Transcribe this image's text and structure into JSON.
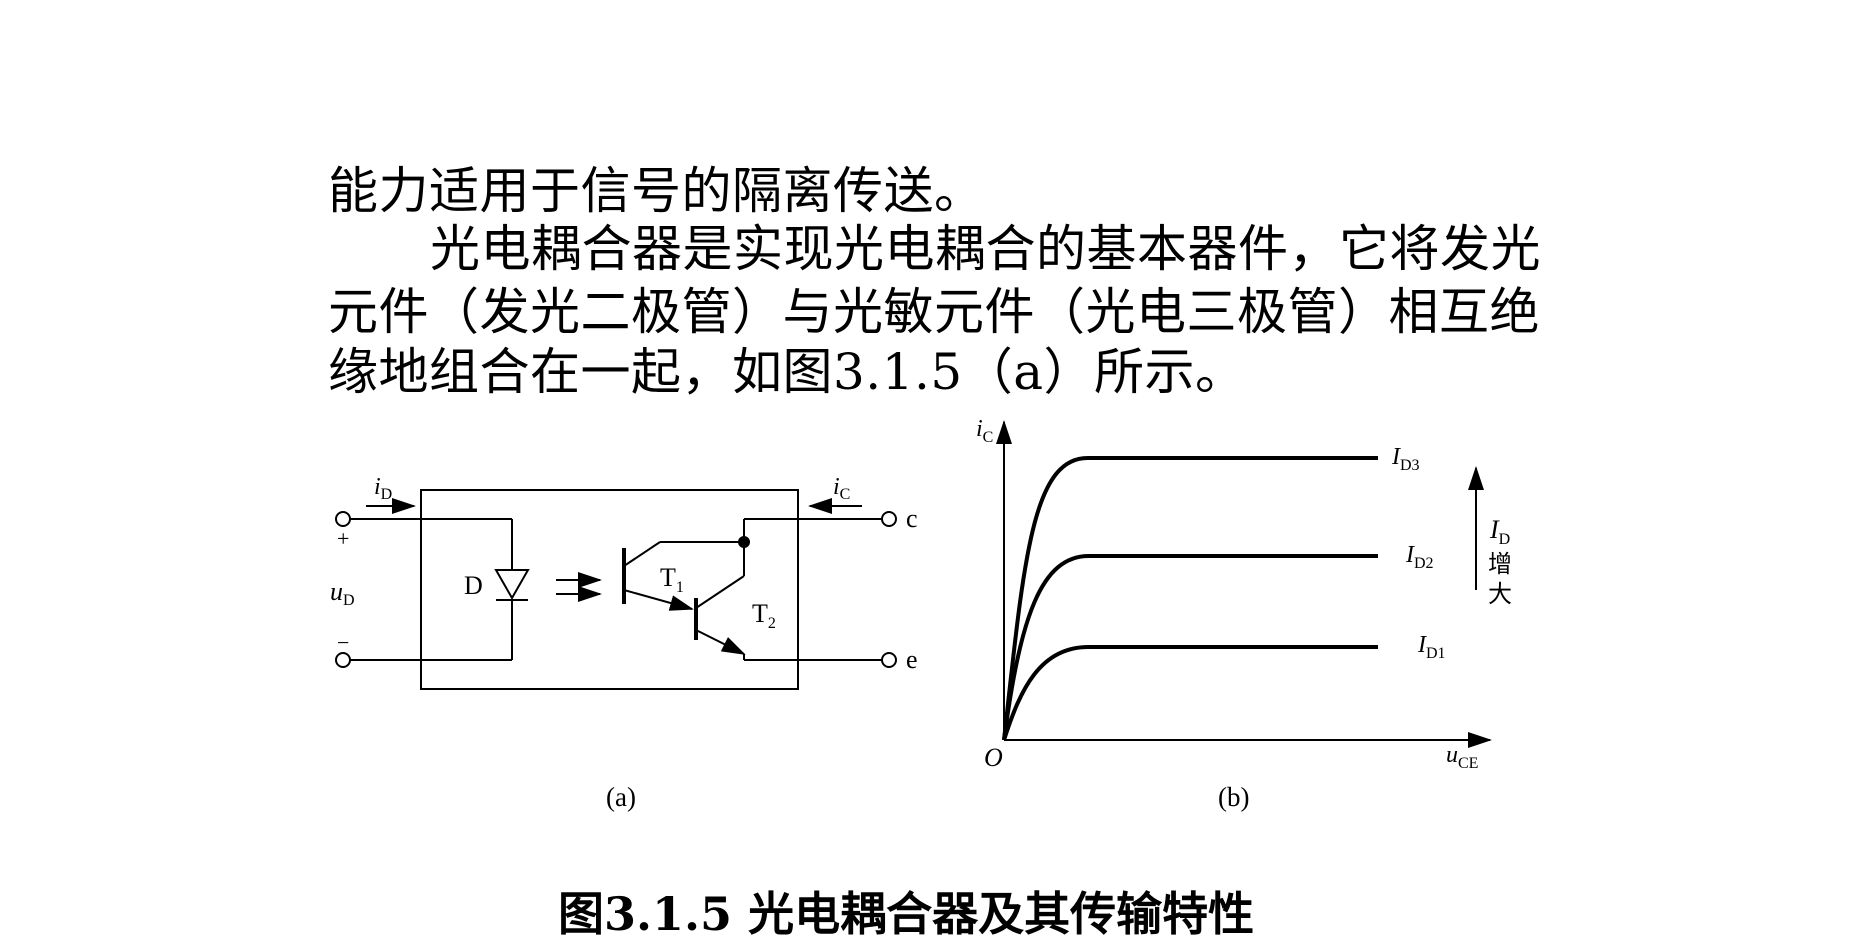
{
  "text": {
    "line1": "能力适用于信号的隔离传送。",
    "line2": "光电耦合器是实现光电耦合的基本器件，它将发光",
    "line3": "元件（发光二极管）与光敏元件（光电三极管）相互绝",
    "line4": "缘地组合在一起，如图3.1.5（a）所示。"
  },
  "figure_a": {
    "caption": "(a)",
    "labels": {
      "iD_main": "i",
      "iD_sub": "D",
      "iC_main": "i",
      "iC_sub": "C",
      "plus": "+",
      "minus": "−",
      "uD_main": "u",
      "uD_sub": "D",
      "diode": "D",
      "t1_main": "T",
      "t1_sub": "1",
      "t2_main": "T",
      "t2_sub": "2",
      "c": "c",
      "e": "e"
    }
  },
  "figure_b": {
    "caption": "(b)",
    "y_axis_main": "i",
    "y_axis_sub": "C",
    "x_axis_main": "u",
    "x_axis_sub": "CE",
    "origin": "O",
    "arrow_label_main": "I",
    "arrow_label_sub": "D",
    "arrow_text1": "增",
    "arrow_text2": "大",
    "curves": [
      {
        "main": "I",
        "sub": "D3"
      },
      {
        "main": "I",
        "sub": "D2"
      },
      {
        "main": "I",
        "sub": "D1"
      }
    ]
  },
  "figure_caption": "图3.1.5 光电耦合器及其传输特性"
}
